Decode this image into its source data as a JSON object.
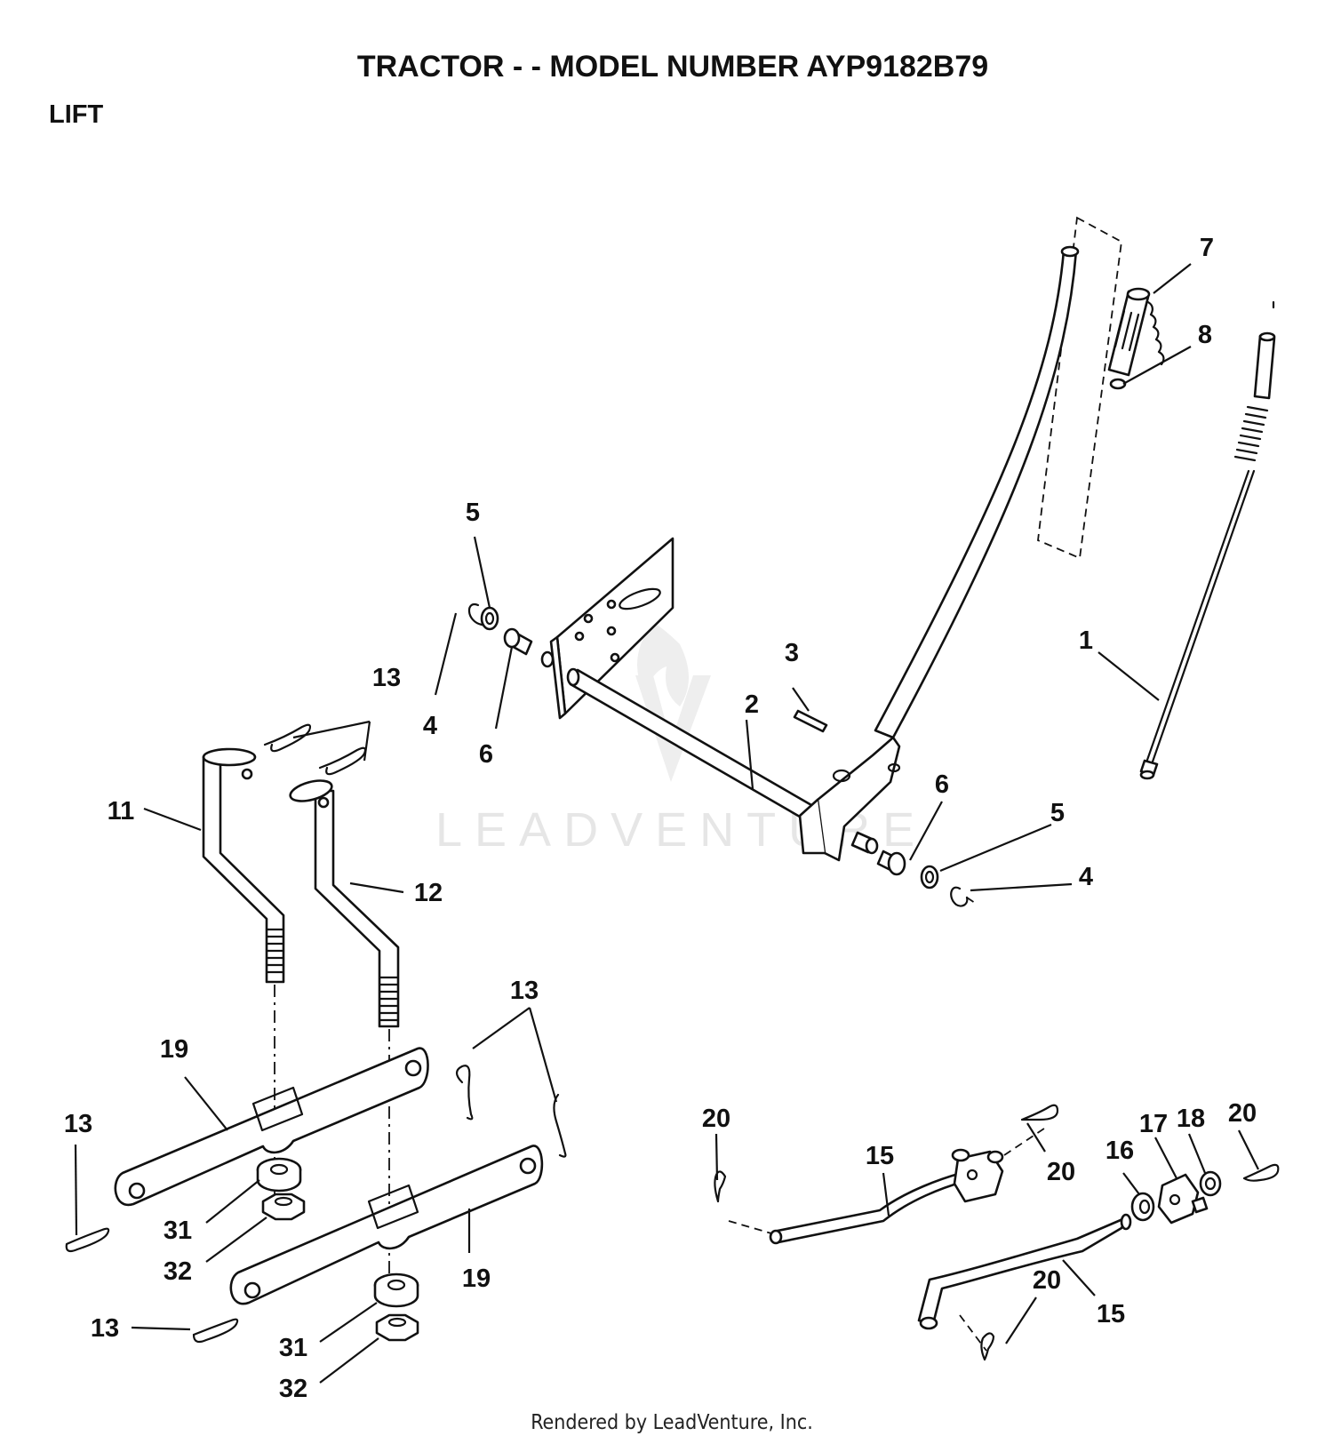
{
  "title": "TRACTOR - - MODEL NUMBER AYP9182B79",
  "section": "LIFT",
  "watermark": "LEADVENTURE",
  "footer": "Rendered by LeadVenture, Inc.",
  "callouts": [
    {
      "id": "c-7",
      "label": "7"
    },
    {
      "id": "c-8",
      "label": "8"
    },
    {
      "id": "c-5a",
      "label": "5"
    },
    {
      "id": "c-1",
      "label": "1"
    },
    {
      "id": "c-3",
      "label": "3"
    },
    {
      "id": "c-13a",
      "label": "13"
    },
    {
      "id": "c-4a",
      "label": "4"
    },
    {
      "id": "c-6a",
      "label": "6"
    },
    {
      "id": "c-2",
      "label": "2"
    },
    {
      "id": "c-11",
      "label": "11"
    },
    {
      "id": "c-6b",
      "label": "6"
    },
    {
      "id": "c-5b",
      "label": "5"
    },
    {
      "id": "c-12",
      "label": "12"
    },
    {
      "id": "c-4b",
      "label": "4"
    },
    {
      "id": "c-13b",
      "label": "13"
    },
    {
      "id": "c-19a",
      "label": "19"
    },
    {
      "id": "c-13c",
      "label": "13"
    },
    {
      "id": "c-20a",
      "label": "20"
    },
    {
      "id": "c-15a",
      "label": "15"
    },
    {
      "id": "c-20b",
      "label": "20"
    },
    {
      "id": "c-17",
      "label": "17"
    },
    {
      "id": "c-18",
      "label": "18"
    },
    {
      "id": "c-20c",
      "label": "20"
    },
    {
      "id": "c-16",
      "label": "16"
    },
    {
      "id": "c-31a",
      "label": "31"
    },
    {
      "id": "c-32a",
      "label": "32"
    },
    {
      "id": "c-19b",
      "label": "19"
    },
    {
      "id": "c-20d",
      "label": "20"
    },
    {
      "id": "c-15b",
      "label": "15"
    },
    {
      "id": "c-13d",
      "label": "13"
    },
    {
      "id": "c-31b",
      "label": "31"
    },
    {
      "id": "c-32b",
      "label": "32"
    }
  ]
}
